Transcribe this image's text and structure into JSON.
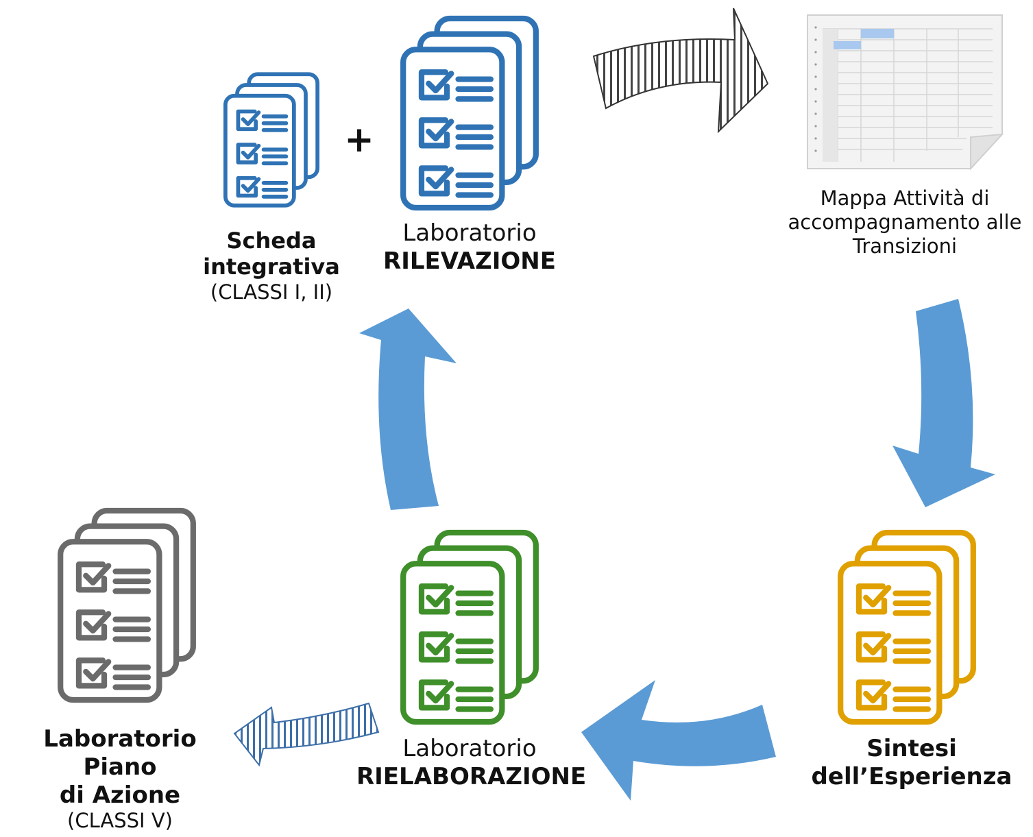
{
  "nodes": {
    "scheda": {
      "title": "Scheda integrativa",
      "subtitle": "(CLASSI I, II)",
      "color": "#2f73b5"
    },
    "plus": "+",
    "rilevazione": {
      "line1": "Laboratorio",
      "line2": "RILEVAZIONE",
      "color": "#2f73b5"
    },
    "mappa": {
      "line1": "Mappa Attività di",
      "line2": "accompagnamento alle",
      "line3": "Transizioni"
    },
    "sintesi": {
      "line1": "Sintesi",
      "line2": "dell’Esperienza",
      "color": "#e0a000"
    },
    "rielaborazione": {
      "line1": "Laboratorio",
      "line2": "RIELABORAZIONE",
      "color": "#3f8f2a"
    },
    "piano": {
      "line1": "Laboratorio Piano",
      "line2": "di Azione",
      "line3": "(CLASSI V)",
      "color": "#6b6b6b"
    }
  },
  "colors": {
    "cycle_arrow": "#5b9bd5",
    "striped_arrow": "#444444"
  }
}
